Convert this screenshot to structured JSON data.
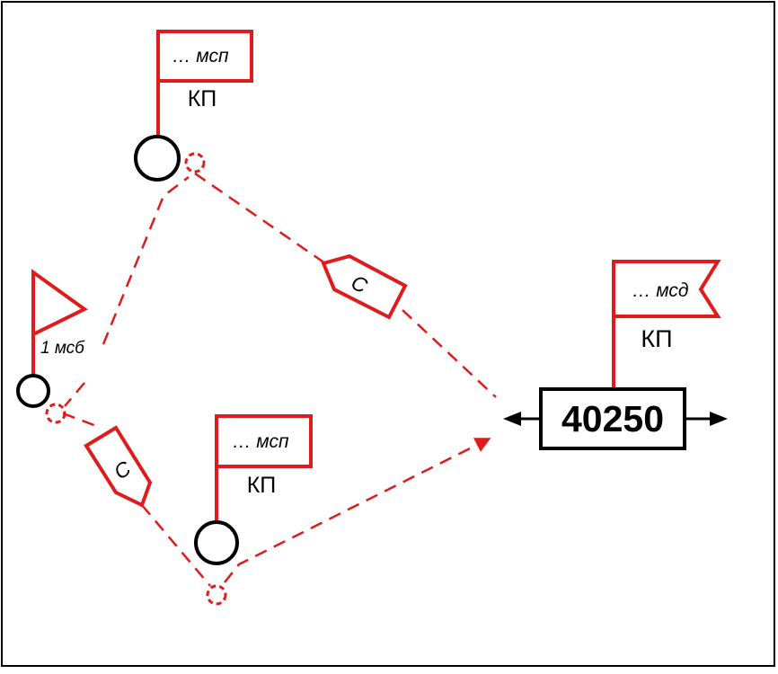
{
  "colors": {
    "red": "#e01b1b",
    "black": "#000000",
    "background": "#ffffff"
  },
  "flags": {
    "top_unit_label": "… мсп",
    "top_kp_label": "КП",
    "bottom_unit_label": "… мсп",
    "bottom_kp_label": "КП",
    "right_unit_label": "… мсд",
    "right_kp_label": "КП",
    "left_unit_label": "1 мсб"
  },
  "markers": {
    "upper_marker_label": "С",
    "lower_marker_label": "С"
  },
  "box": {
    "number": "40250"
  },
  "icons": {
    "arrow_left": "arrow-left-icon",
    "arrow_right": "arrow-right-icon"
  }
}
